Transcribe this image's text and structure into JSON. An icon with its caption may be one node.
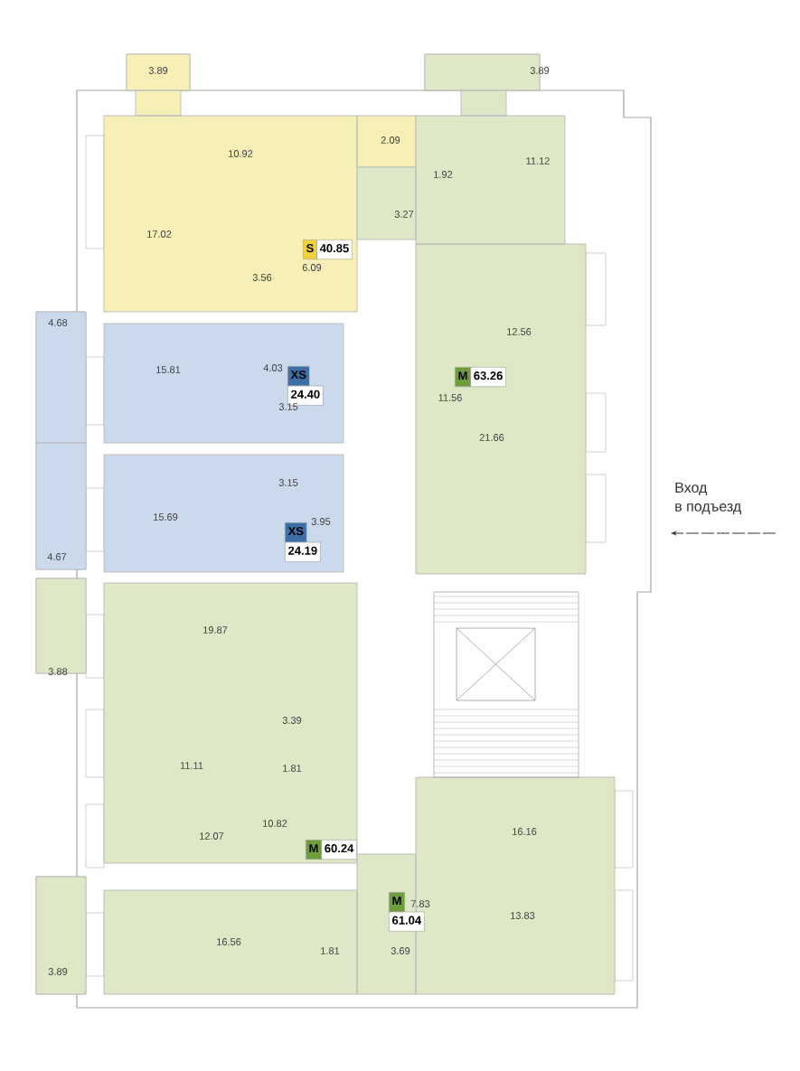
{
  "diagram": {
    "nodes": [
      {
        "text": [
          "S",
          "40.85"
        ]
      },
      {
        "text": [
          "M",
          "63.26"
        ]
      },
      {
        "text": [
          "XS",
          "24.40"
        ]
      },
      {
        "text": [
          "XS",
          "24.19"
        ]
      },
      {
        "text": [
          "M",
          "60.24"
        ]
      },
      {
        "text": [
          "M",
          "61.04"
        ]
      }
    ],
    "labels": [
      "3.89",
      "3.89",
      "2.09",
      "10.92",
      "11.12",
      "1.92",
      "3.27",
      "17.02",
      "3.56",
      "6.09",
      "4.68",
      "12.56",
      "15.81",
      "4.03",
      "3.15",
      "11.56",
      "21.66",
      "3.15",
      "15.69",
      "3.95",
      "4.67",
      "19.87",
      "3.88",
      "3.39",
      "11.11",
      "1.81",
      "12.07",
      "10.82",
      "16.16",
      "7.83",
      "13.83",
      "16.56",
      "1.81",
      "3.69",
      "3.89",
      "Вход",
      "в подъезд"
    ]
  }
}
